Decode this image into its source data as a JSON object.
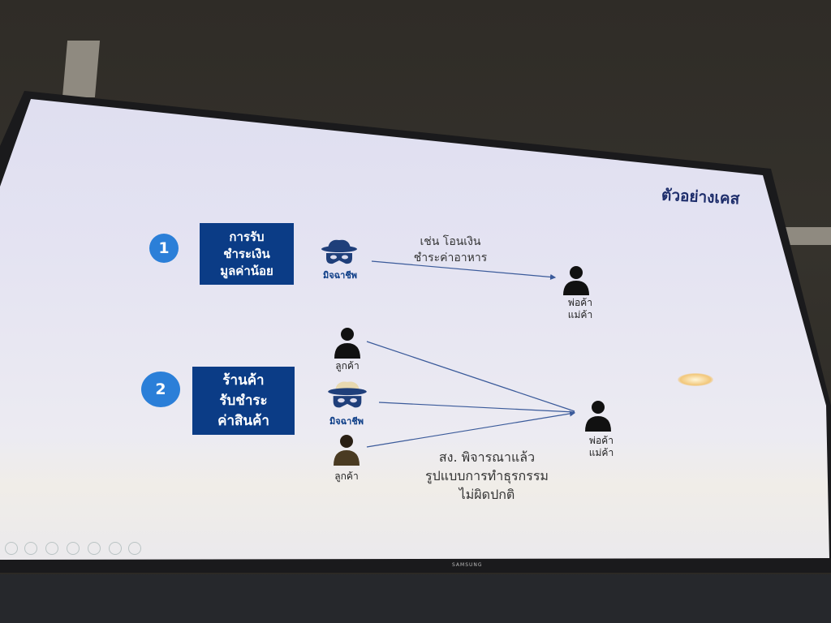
{
  "slide": {
    "title": "ตัวอย่างเคส",
    "case1": {
      "number": "1",
      "box_lines": [
        "การรับ",
        "ชำระเงิน",
        "มูลค่าน้อย"
      ],
      "actor_label": "มิจฉาชีพ",
      "note_lines": [
        "เช่น โอนเงิน",
        "ชำระค่าอาหาร"
      ],
      "target_lines": [
        "พ่อค้า",
        "แม่ค้า"
      ]
    },
    "case2": {
      "number": "2",
      "box_lines": [
        "ร้านค้า",
        "รับชำระ",
        "ค่าสินค้า"
      ],
      "customer_label": "ลูกค้า",
      "actor_label": "มิจฉาชีพ",
      "target_lines": [
        "พ่อค้า",
        "แม่ค้า"
      ],
      "note_lines": [
        "สง. พิจารณาแล้ว",
        "รูปแบบการทำธุรกรรม",
        "ไม่ผิดปกติ"
      ]
    }
  },
  "tv": {
    "brand": "SAMSUNG"
  },
  "colors": {
    "box": "#0b3c86",
    "circle": "#2b7fd8",
    "title": "#1d2d6b"
  }
}
